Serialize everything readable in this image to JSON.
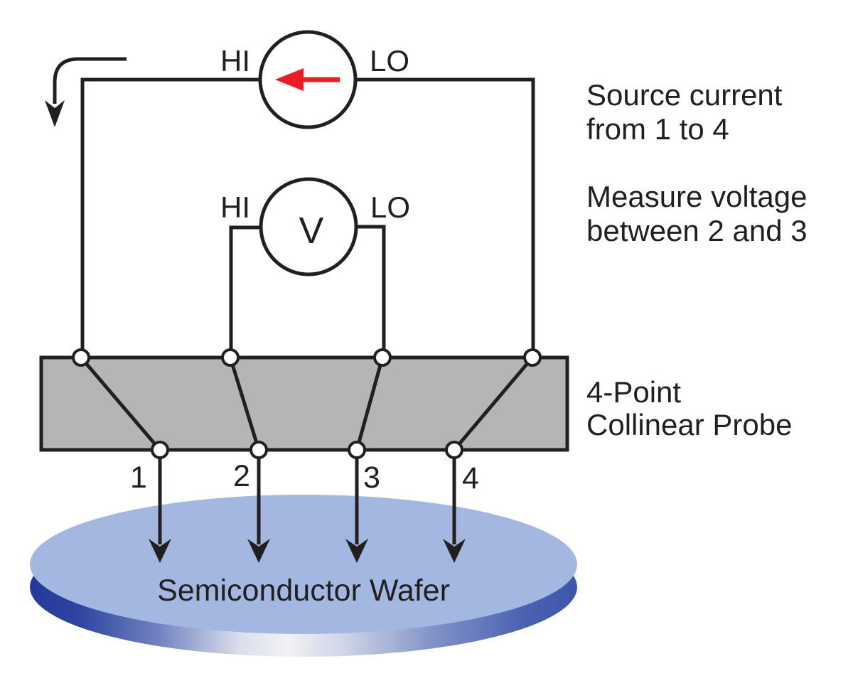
{
  "source_meter": {
    "hi_label": "HI",
    "lo_label": "LO"
  },
  "voltmeter": {
    "hi_label": "HI",
    "lo_label": "LO",
    "symbol": "V"
  },
  "annotations": {
    "source_current_line1": "Source current",
    "source_current_line2": "from 1 to 4",
    "measure_voltage_line1": "Measure voltage",
    "measure_voltage_line2": "between 2 and 3",
    "probe_label_line1": "4-Point",
    "probe_label_line2": "Collinear Probe"
  },
  "probe_numbers": [
    "1",
    "2",
    "3",
    "4"
  ],
  "wafer": {
    "label": "Semiconductor Wafer"
  },
  "colors": {
    "line": "#231f20",
    "current_arrow": "#ec1c24",
    "volt_symbol": "#2b2be0",
    "probe_bar_fill": "#b5b5b7",
    "wafer_top": "#a3b8e1",
    "rim_dark": "#24399b",
    "rim_mid": "#7485c2",
    "rim_light": "#f2f2f5",
    "rim_right": "#4c63b2"
  }
}
